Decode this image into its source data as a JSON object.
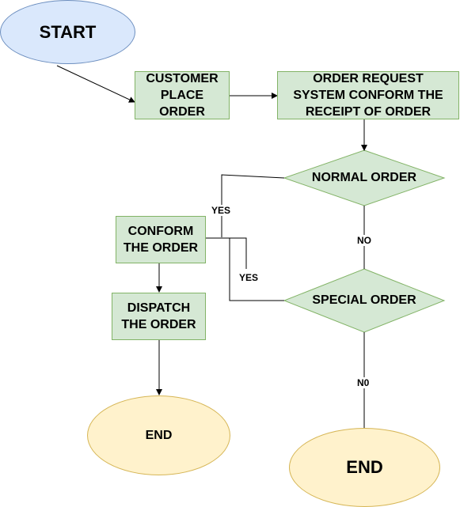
{
  "nodes": {
    "start": "START",
    "customer_place_order": "CUSTOMER\nPLACE\nORDER",
    "order_request": "ORDER REQUEST\nSYSTEM CONFORM THE\nRECEIPT OF ORDER",
    "normal_order": "NORMAL ORDER",
    "special_order": "SPECIAL ORDER",
    "conform_order": "CONFORM\nTHE ORDER",
    "dispatch_order": "DISPATCH\nTHE ORDER",
    "end_left": "END",
    "end_right": "END"
  },
  "edge_labels": {
    "normal_yes": "YES",
    "normal_no": "NO",
    "special_yes": "YES",
    "special_no": "N0"
  },
  "colors": {
    "green_fill": "#d5e8d4",
    "green_stroke": "#82b366",
    "blue_fill": "#dae8fc",
    "blue_stroke": "#6c8ebf",
    "yellow_fill": "#fff2cc",
    "yellow_stroke": "#d6b656"
  }
}
